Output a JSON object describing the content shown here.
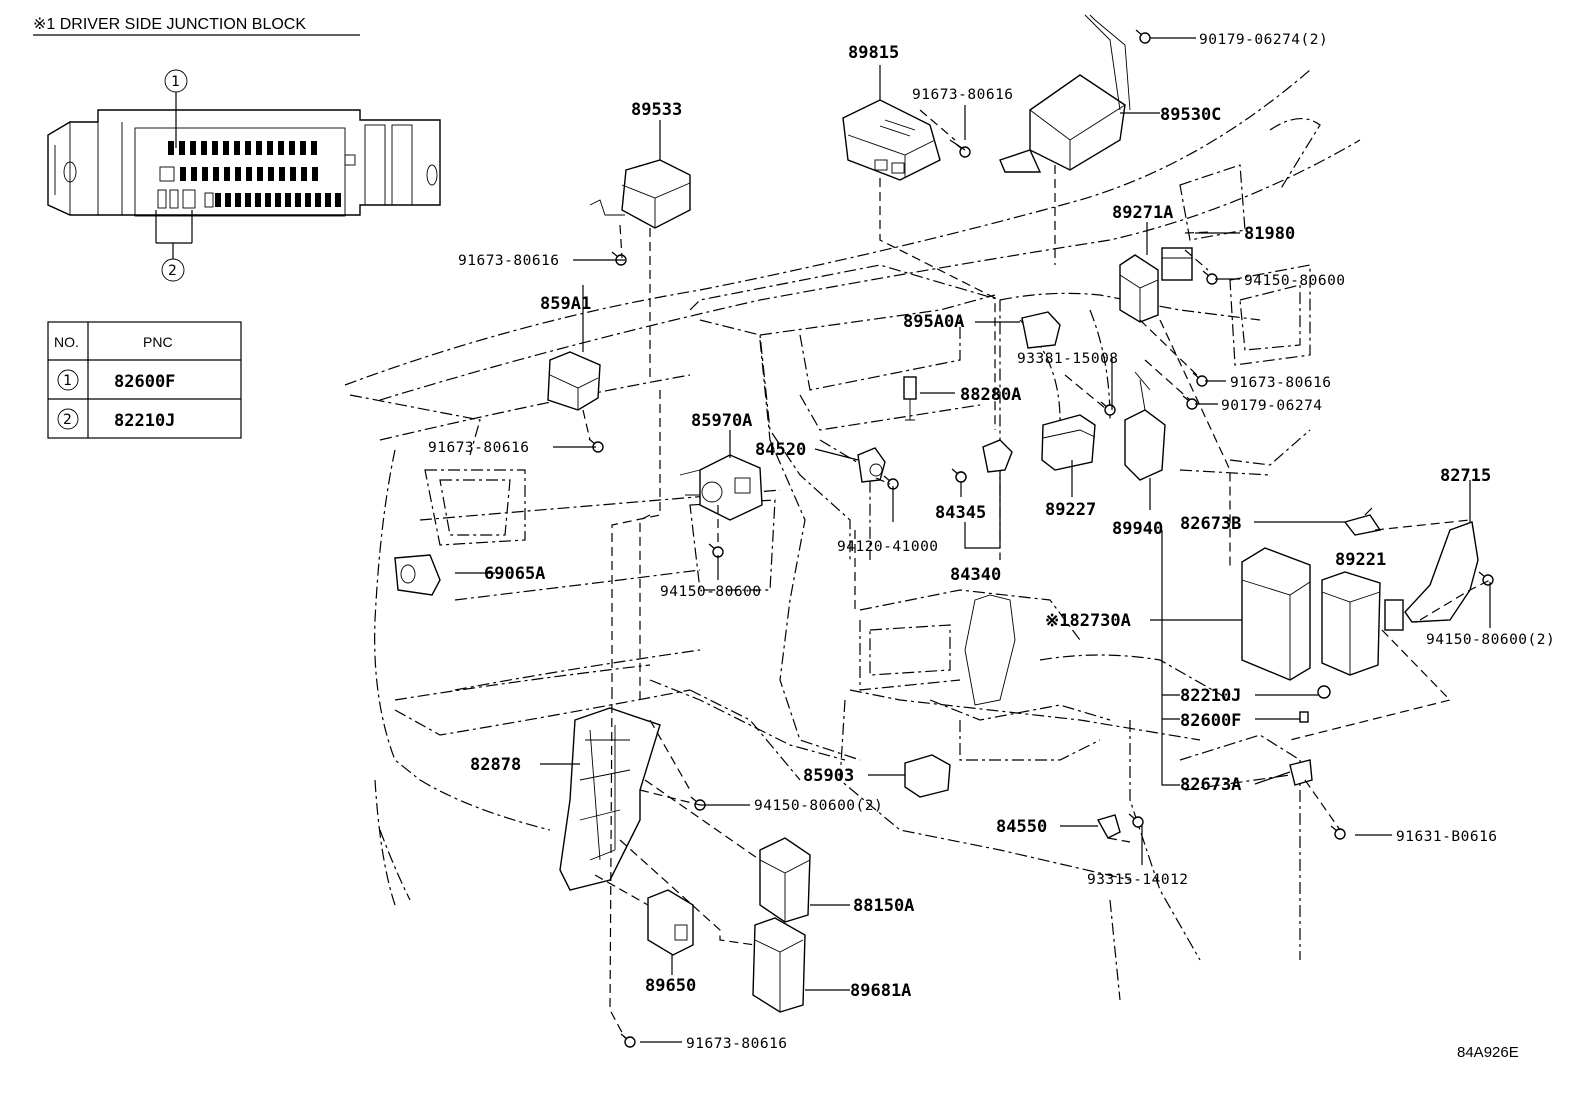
{
  "junction_block": {
    "title": "※1  DRIVER SIDE JUNCTION BLOCK",
    "callout_1": "1",
    "callout_2": "2"
  },
  "pnc_table": {
    "col_no": "NO.",
    "col_pnc": "PNC",
    "rows": [
      {
        "no": "1",
        "pnc": "82600F"
      },
      {
        "no": "2",
        "pnc": "82210J"
      }
    ]
  },
  "labels": {
    "p89815": "89815",
    "p90179_06274_2": "90179-06274(2)",
    "p89533": "89533",
    "p91673_80616_a": "91673-80616",
    "p89530C": "89530C",
    "p91673_80616_b": "91673-80616",
    "p89271A": "89271A",
    "p81980": "81980",
    "p94150_80600_a": "94150-80600",
    "p859A1": "859A1",
    "p895A0A": "895A0A",
    "p93381_15008": "93381-15008",
    "p91673_80616_c": "91673-80616",
    "p88280A": "88280A",
    "p90179_06274": "90179-06274",
    "p91673_80616_d": "91673-80616",
    "p85970A": "85970A",
    "p84520": "84520",
    "p84345": "84345",
    "p89227": "89227",
    "p89940": "89940",
    "p82673B": "82673B",
    "p82715": "82715",
    "p94120_41000": "94120-41000",
    "p84340": "84340",
    "p89221": "89221",
    "p69065A": "69065A",
    "p94150_80600_b": "94150-80600",
    "p82730A": "※182730A",
    "p94150_80600_2a": "94150-80600(2)",
    "p82210J": "82210J",
    "p82600F": "82600F",
    "p82878": "82878",
    "p85903": "85903",
    "p82673A": "82673A",
    "p94150_80600_2b": "94150-80600(2)",
    "p84550": "84550",
    "p91631_B0616": "91631-B0616",
    "p93315_14012": "93315-14012",
    "p88150A": "88150A",
    "p89681A": "89681A",
    "p89650": "89650",
    "p91673_80616_e": "91673-80616"
  },
  "figure_id": "84A926E"
}
